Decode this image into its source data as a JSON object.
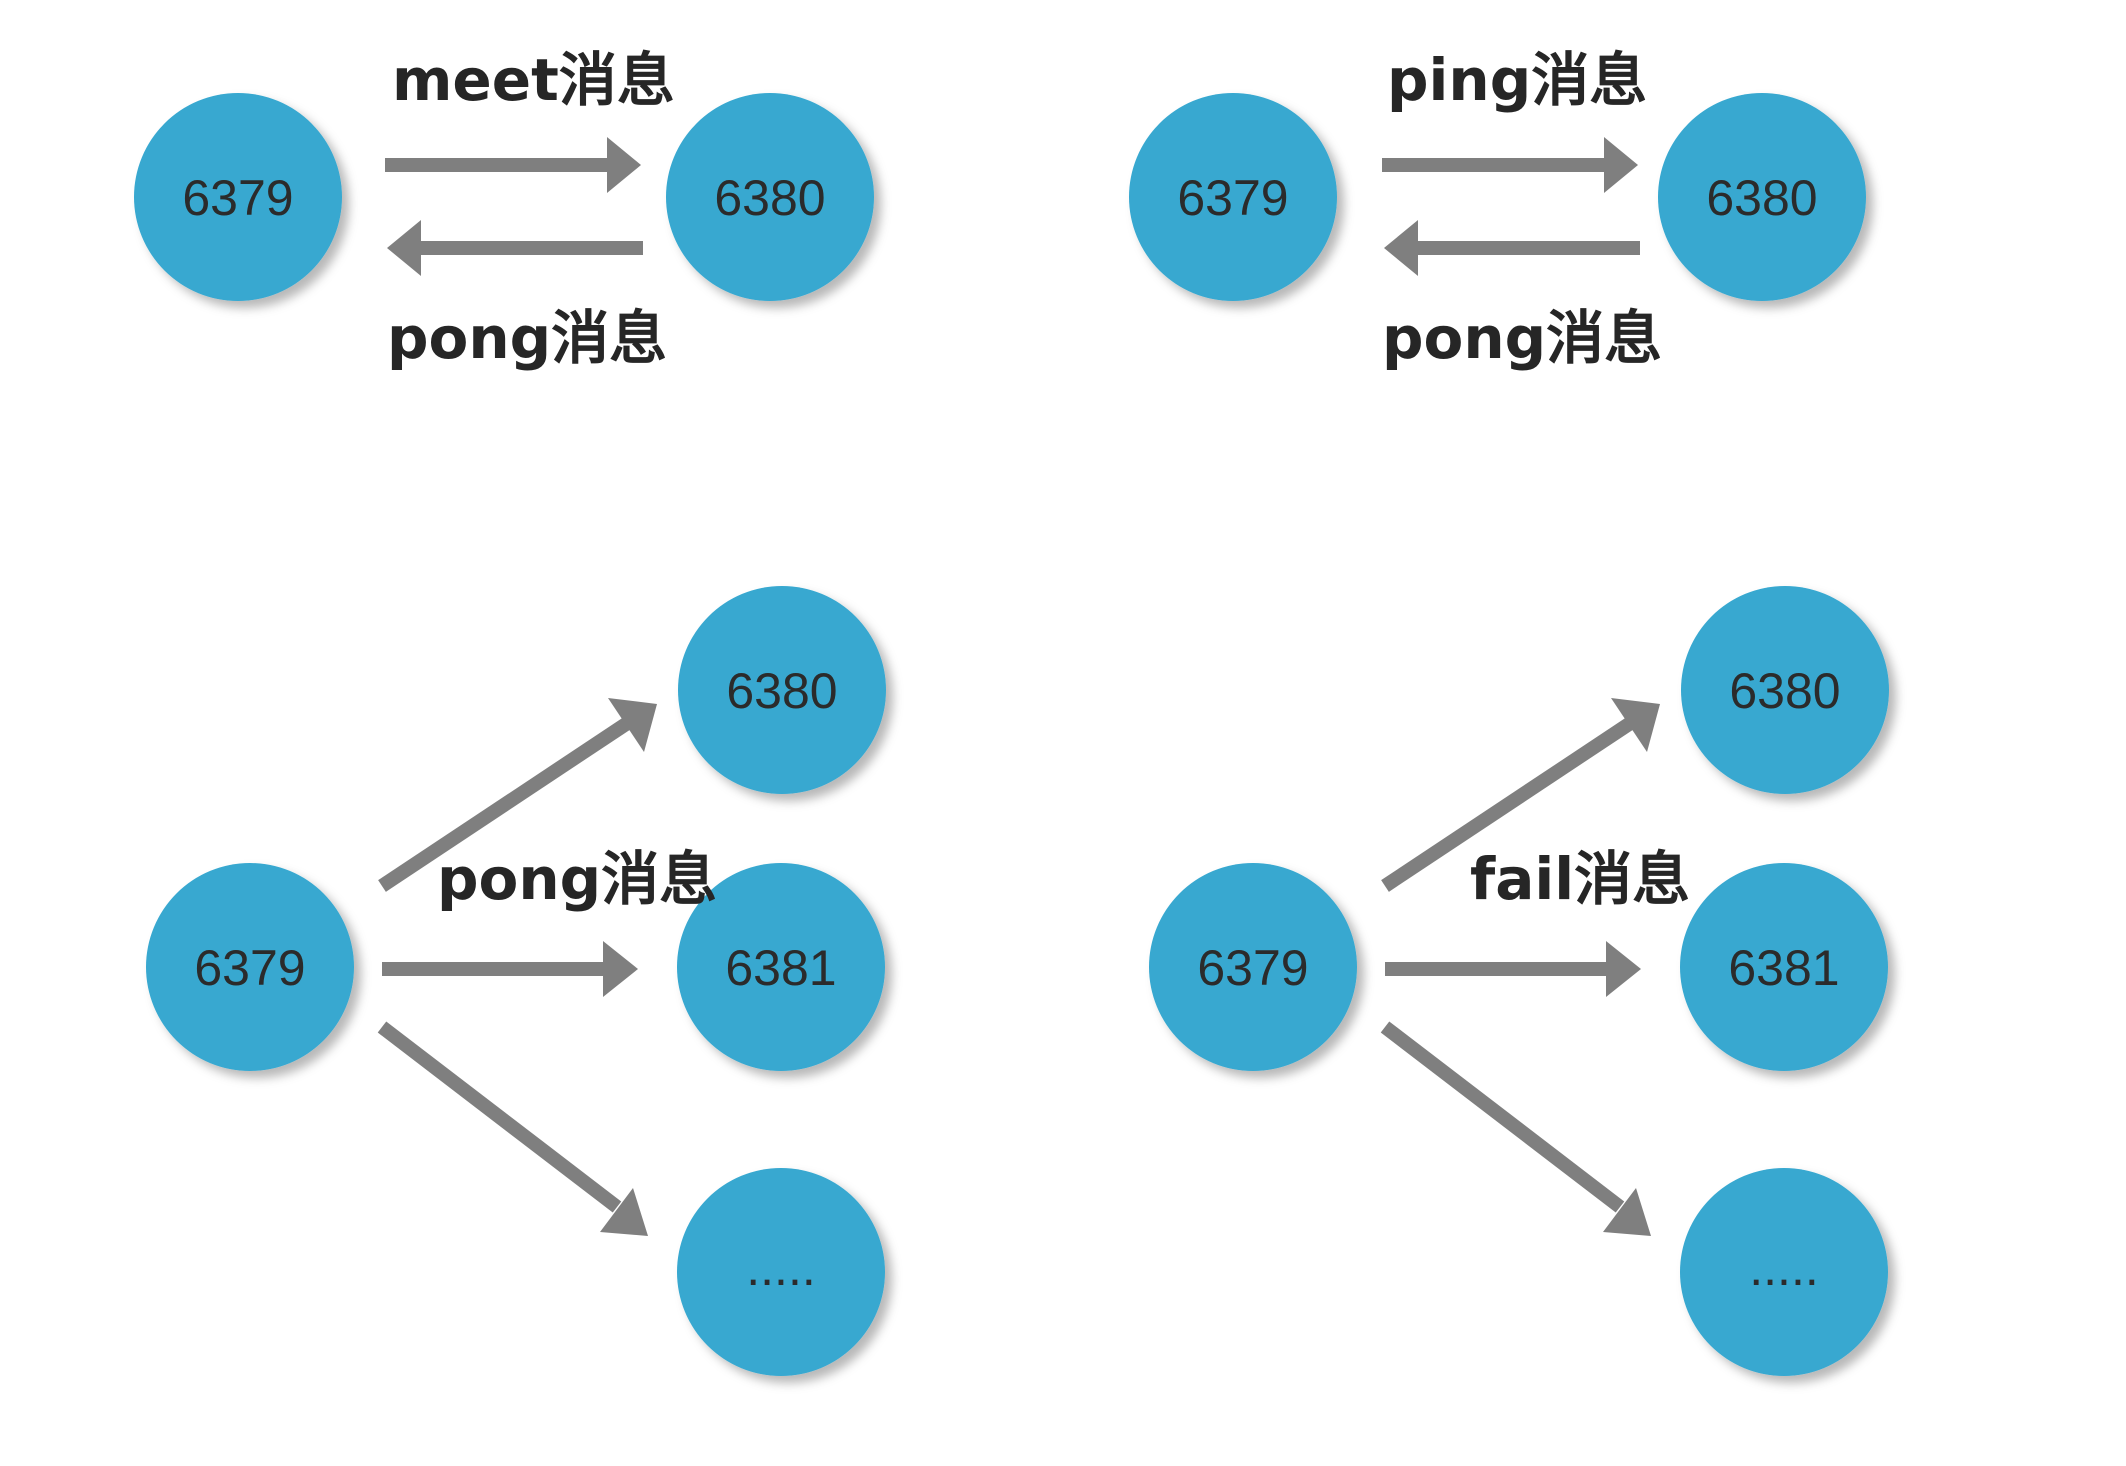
{
  "colors": {
    "node_fill": "#37A8D0",
    "arrow": "#7F7F7F",
    "node_text": "#2B2B2B",
    "label_text": "#262626",
    "background": "#FFFFFF"
  },
  "panels": [
    {
      "id": "meet",
      "nodes": [
        "6379",
        "6380"
      ],
      "messages": {
        "forward": "meet消息",
        "reply": "pong消息"
      }
    },
    {
      "id": "ping",
      "nodes": [
        "6379",
        "6380"
      ],
      "messages": {
        "forward": "ping消息",
        "reply": "pong消息"
      }
    },
    {
      "id": "pong-broadcast",
      "nodes": [
        "6379",
        "6380",
        "6381",
        "....."
      ],
      "messages": {
        "broadcast": "pong消息"
      }
    },
    {
      "id": "fail-broadcast",
      "nodes": [
        "6379",
        "6380",
        "6381",
        "....."
      ],
      "messages": {
        "broadcast": "fail消息"
      }
    }
  ]
}
